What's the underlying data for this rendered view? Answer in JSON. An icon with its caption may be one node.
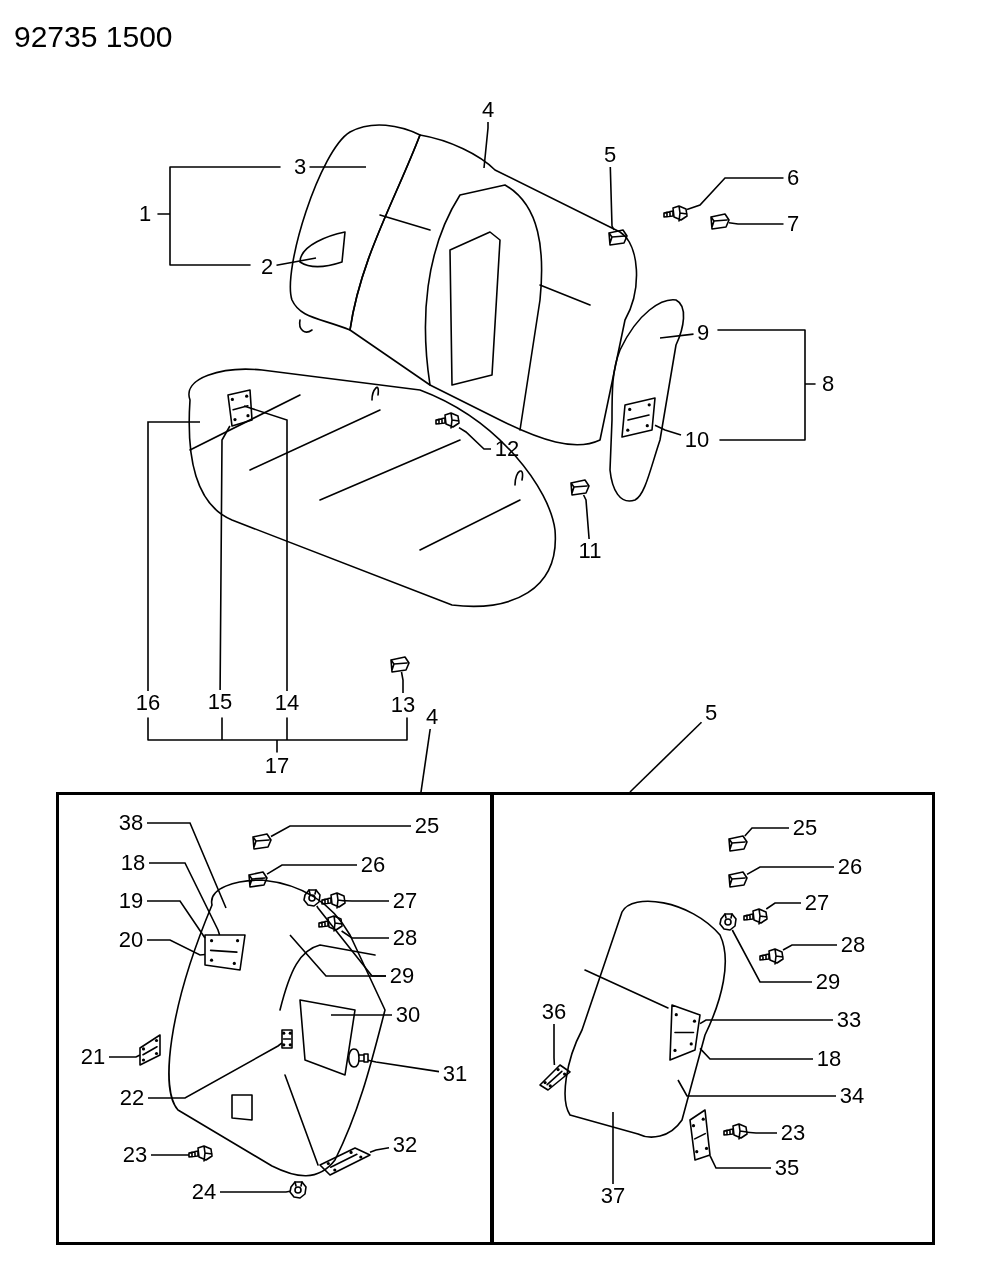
{
  "diagram": {
    "title": "92735 1500",
    "nodes": [
      {
        "text": [
          "4"
        ]
      },
      {
        "text": [
          "3"
        ]
      },
      {
        "text": [
          "5"
        ]
      },
      {
        "text": [
          "6"
        ]
      },
      {
        "text": [
          "7"
        ]
      },
      {
        "text": [
          "2"
        ]
      },
      {
        "text": [
          "9"
        ]
      },
      {
        "text": [
          "10"
        ]
      },
      {
        "text": [
          "12"
        ],
        "in": 56
      },
      {
        "text": [
          "11"
        ]
      },
      {
        "text": [
          "16"
        ]
      },
      {
        "text": [
          "15"
        ]
      },
      {
        "text": [
          "14"
        ]
      },
      {
        "text": [
          "13"
        ]
      },
      {
        "text": [
          "4"
        ]
      },
      {
        "text": [
          "5"
        ]
      },
      {
        "text": [],
        "shape": "box"
      },
      {
        "text": [],
        "shape": "box"
      },
      {
        "text": [
          "38"
        ],
        "in": 16
      },
      {
        "text": [
          "25"
        ],
        "in": 16
      },
      {
        "text": [
          "18"
        ],
        "in": 16
      },
      {
        "text": [
          "26"
        ],
        "in": 16
      },
      {
        "text": [
          "27"
        ],
        "in": 16
      },
      {
        "text": [
          "19"
        ],
        "in": 16
      },
      {
        "text": [
          "28"
        ],
        "in": 16
      },
      {
        "text": [
          "20"
        ],
        "in": 16
      },
      {
        "text": [
          "29"
        ],
        "in": 16
      },
      {
        "text": [
          "30"
        ],
        "in": 16
      },
      {
        "text": [
          "21"
        ],
        "in": 16
      },
      {
        "text": [
          "31"
        ],
        "in": 16
      },
      {
        "text": [
          "22"
        ],
        "in": 16
      },
      {
        "text": [
          "32"
        ],
        "in": 16
      },
      {
        "text": [
          "23"
        ],
        "in": 16
      },
      {
        "text": [
          "24"
        ],
        "in": 16
      },
      {
        "text": [
          "25"
        ],
        "in": 17
      },
      {
        "text": [
          "26"
        ],
        "in": 17
      },
      {
        "text": [
          "27"
        ],
        "in": 17
      },
      {
        "text": [
          "28"
        ],
        "in": 17
      },
      {
        "text": [
          "29"
        ],
        "in": 17
      },
      {
        "text": [
          "36"
        ],
        "in": 17
      },
      {
        "text": [
          "33"
        ],
        "in": 17
      },
      {
        "text": [
          "18"
        ],
        "in": 17
      },
      {
        "text": [
          "34"
        ],
        "in": 17
      },
      {
        "text": [
          "23"
        ],
        "in": 17
      },
      {
        "text": [
          "35"
        ],
        "in": 17
      },
      {
        "text": [
          "37"
        ],
        "in": 17
      },
      {
        "text": [],
        "shape": "picture"
      },
      {
        "text": [],
        "shape": "picture"
      },
      {
        "text": [],
        "shape": "picture",
        "in": 47
      },
      {
        "text": [],
        "shape": "picture",
        "in": 46
      },
      {
        "text": [],
        "shape": "picture"
      },
      {
        "text": [],
        "shape": "picture"
      },
      {
        "text": [],
        "shape": "picture"
      },
      {
        "text": [],
        "shape": "picture",
        "in": 52
      },
      {
        "text": [],
        "shape": "picture",
        "in": 56
      },
      {
        "text": [],
        "shape": "picture"
      },
      {
        "text": [],
        "shape": "picture"
      },
      {
        "text": [],
        "shape": "picture",
        "in": 56
      },
      {
        "text": [],
        "shape": "picture"
      },
      {
        "text": [],
        "shape": "picture",
        "in": 16
      },
      {
        "text": [],
        "shape": "picture",
        "in": 16
      },
      {
        "text": [],
        "shape": "picture",
        "in": 59
      },
      {
        "text": [],
        "shape": "picture",
        "in": 16
      },
      {
        "text": [],
        "shape": "picture",
        "in": 16
      },
      {
        "text": [],
        "shape": "picture",
        "in": 59
      },
      {
        "text": [],
        "shape": "picture",
        "in": 59
      },
      {
        "text": [],
        "shape": "picture",
        "in": 59
      },
      {
        "text": [],
        "shape": "picture",
        "in": 16
      },
      {
        "text": [],
        "shape": "picture",
        "in": 59
      },
      {
        "text": [],
        "shape": "picture",
        "in": 59
      },
      {
        "text": [],
        "shape": "picture",
        "in": 16
      },
      {
        "text": [],
        "shape": "picture",
        "in": 16
      },
      {
        "text": [],
        "shape": "picture",
        "in": 16
      },
      {
        "text": [],
        "shape": "picture",
        "in": 17
      },
      {
        "text": [],
        "shape": "picture",
        "in": 17
      },
      {
        "text": [],
        "shape": "picture",
        "in": 17
      },
      {
        "text": [],
        "shape": "picture",
        "in": 17
      },
      {
        "text": [],
        "shape": "picture",
        "in": 17
      },
      {
        "text": [],
        "shape": "picture",
        "in": 17
      },
      {
        "text": [],
        "shape": "picture",
        "in": 17
      },
      {
        "text": [],
        "shape": "picture",
        "in": 73
      },
      {
        "text": [],
        "shape": "picture",
        "in": 17
      },
      {
        "text": [],
        "shape": "picture",
        "in": 17
      }
    ],
    "edges": [
      {
        "from": 0,
        "to": 46,
        "arrow": "none"
      },
      {
        "from": 1,
        "to": 47,
        "arrow": "none"
      },
      {
        "from": 2,
        "to": 49,
        "arrow": "none"
      },
      {
        "from": 3,
        "to": 50,
        "arrow": "none"
      },
      {
        "from": 4,
        "to": 51,
        "arrow": "none"
      },
      {
        "from": 5,
        "to": 48,
        "arrow": "none"
      },
      {
        "from": 6,
        "to": 52,
        "arrow": "none"
      },
      {
        "from": 7,
        "to": 53,
        "arrow": "none"
      },
      {
        "from": 8,
        "to": 57,
        "arrow": "none"
      },
      {
        "from": 9,
        "to": 55,
        "arrow": "none"
      },
      {
        "from": 10,
        "to": 56,
        "arrow": "none"
      },
      {
        "from": 11,
        "to": 54,
        "arrow": "none"
      },
      {
        "from": 12,
        "to": 54,
        "arrow": "none"
      },
      {
        "from": 13,
        "to": 58,
        "arrow": "none"
      },
      {
        "from": 14,
        "to": 16,
        "arrow": "none"
      },
      {
        "from": 15,
        "to": 17,
        "arrow": "none"
      },
      {
        "from": 18,
        "to": 59,
        "arrow": "none"
      },
      {
        "from": 19,
        "to": 60,
        "arrow": "none"
      },
      {
        "from": 20,
        "to": 61,
        "arrow": "none"
      },
      {
        "from": 21,
        "to": 62,
        "arrow": "none"
      },
      {
        "from": 22,
        "to": 63,
        "arrow": "none"
      },
      {
        "from": 23,
        "to": 61,
        "arrow": "none"
      },
      {
        "from": 24,
        "to": 64,
        "arrow": "none"
      },
      {
        "from": 25,
        "to": 61,
        "arrow": "none"
      },
      {
        "from": 26,
        "to": 65,
        "arrow": "none"
      },
      {
        "from": 26,
        "to": 59,
        "arrow": "none"
      },
      {
        "from": 27,
        "to": 66,
        "arrow": "none"
      },
      {
        "from": 28,
        "to": 67,
        "arrow": "none"
      },
      {
        "from": 29,
        "to": 68,
        "arrow": "none"
      },
      {
        "from": 30,
        "to": 69,
        "arrow": "none"
      },
      {
        "from": 31,
        "to": 70,
        "arrow": "none"
      },
      {
        "from": 32,
        "to": 71,
        "arrow": "none"
      },
      {
        "from": 33,
        "to": 72,
        "arrow": "none"
      },
      {
        "from": 34,
        "to": 74,
        "arrow": "none"
      },
      {
        "from": 35,
        "to": 75,
        "arrow": "none"
      },
      {
        "from": 36,
        "to": 77,
        "arrow": "none"
      },
      {
        "from": 37,
        "to": 78,
        "arrow": "none"
      },
      {
        "from": 38,
        "to": 76,
        "arrow": "none"
      },
      {
        "from": 39,
        "to": 79,
        "arrow": "none"
      },
      {
        "from": 40,
        "to": 80,
        "arrow": "none"
      },
      {
        "from": 41,
        "to": 80,
        "arrow": "none"
      },
      {
        "from": 42,
        "to": 73,
        "arrow": "none"
      },
      {
        "from": 43,
        "to": 81,
        "arrow": "none"
      },
      {
        "from": 44,
        "to": 82,
        "arrow": "none"
      },
      {
        "from": 45,
        "to": 73,
        "arrow": "none"
      }
    ],
    "labels": [
      "1",
      "8",
      "17"
    ]
  }
}
